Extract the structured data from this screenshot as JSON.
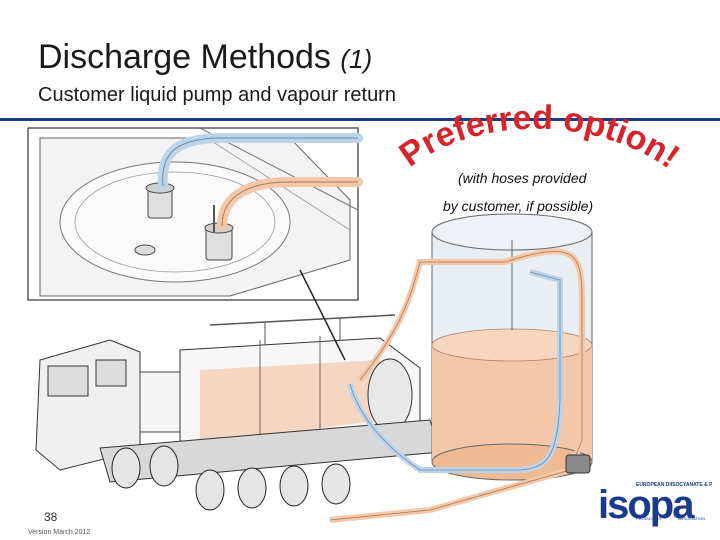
{
  "slide": {
    "title": "Discharge Methods ",
    "title_number": "(1)",
    "subtitle": "Customer liquid pump and vapour return",
    "preferred_label": "Preferred option!",
    "note_line1": "(with hoses provided",
    "note_line2": "by customer, if possible)",
    "page_number": "38",
    "version": "Version March 2012"
  },
  "logo": {
    "word": "isopa",
    "top_text": "EUROPEAN DIISOCYANATE & POLYOL",
    "bottom_left": "PRODUCERS",
    "bottom_right": "ASSOCIATION"
  },
  "colors": {
    "accent_rule": "#1a3a8c",
    "preferred_red": "#d8232a",
    "liquid_orange": "#f4c7a8",
    "vapour_blue": "#bcd4ea",
    "logo_blue": "#1a3a8c"
  },
  "icons": [
    "pump-icon",
    "tank-truck-icon",
    "storage-tank-icon",
    "isopa-logo"
  ]
}
